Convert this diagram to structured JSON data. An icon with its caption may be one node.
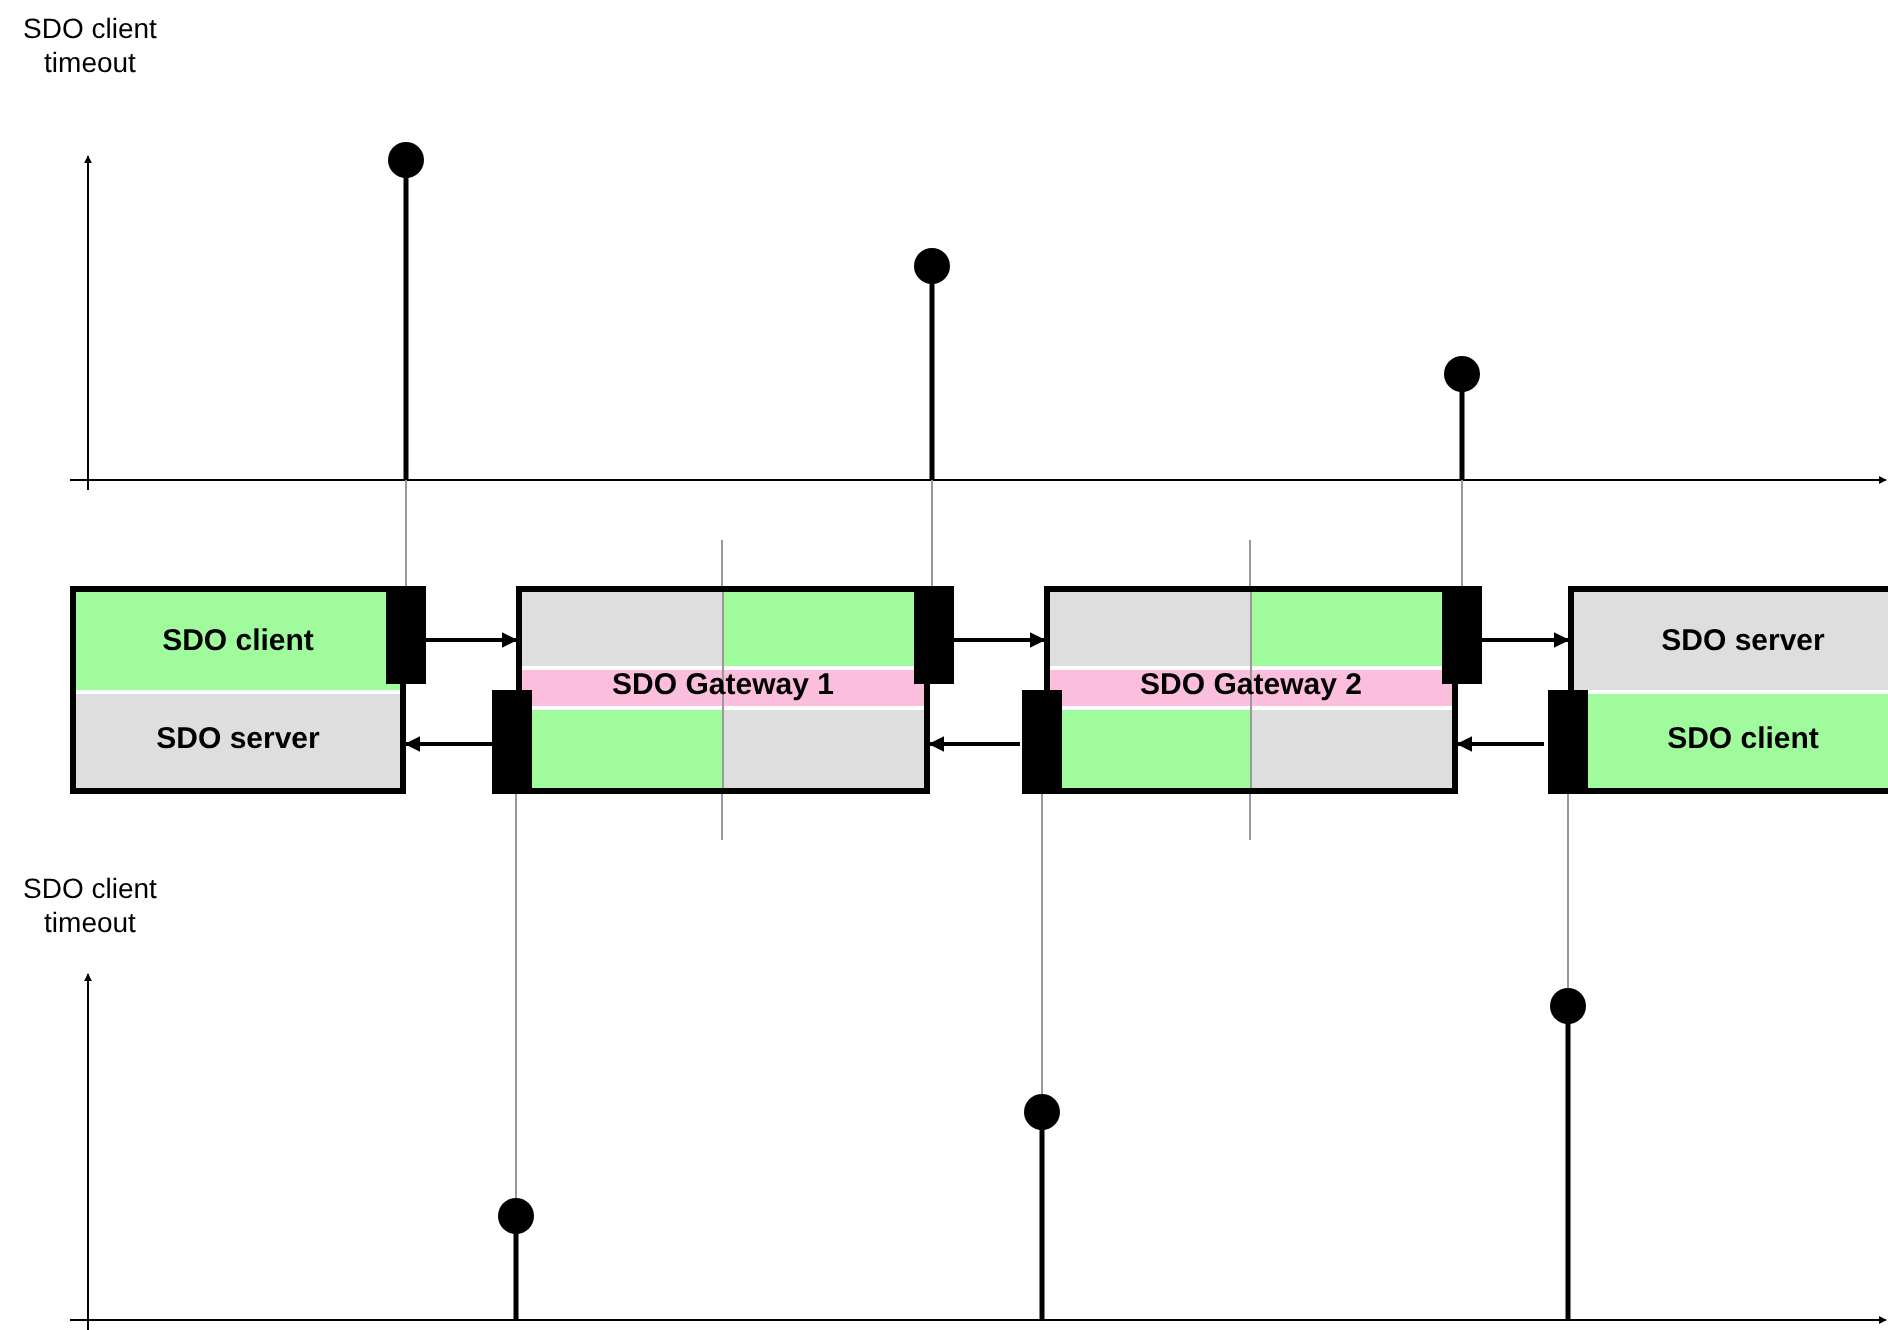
{
  "diagram": {
    "nodes": [
      {
        "text": [
          "SDO client",
          "SDO server"
        ]
      },
      {
        "text": [
          "SDO Gateway 1"
        ]
      },
      {
        "text": [
          "SDO Gateway 2"
        ]
      },
      {
        "text": [
          "SDO server",
          "SDO client"
        ]
      },
      {
        "text": [],
        "shape": "circle"
      },
      {
        "text": [],
        "shape": "circle"
      },
      {
        "text": [],
        "shape": "circle"
      },
      {
        "text": [],
        "shape": "circle"
      },
      {
        "text": [],
        "shape": "circle"
      },
      {
        "text": [],
        "shape": "circle"
      }
    ],
    "edges": [
      {
        "from": 0,
        "to": 1,
        "arrow": "to"
      },
      {
        "from": 1,
        "to": 0,
        "arrow": "to"
      },
      {
        "from": 1,
        "to": 2,
        "arrow": "to"
      },
      {
        "from": 2,
        "to": 1,
        "arrow": "to"
      },
      {
        "from": 2,
        "to": 3,
        "arrow": "to"
      },
      {
        "from": 3,
        "to": 2,
        "arrow": "to"
      },
      {
        "from": 0,
        "to": 4,
        "arrow": "none",
        "color": "#999999"
      },
      {
        "from": 1,
        "to": 5,
        "arrow": "none",
        "color": "#999999"
      },
      {
        "from": 2,
        "to": 6,
        "arrow": "none",
        "color": "#999999"
      },
      {
        "from": 1,
        "to": 7,
        "arrow": "none",
        "color": "#999999"
      },
      {
        "from": 2,
        "to": 8,
        "arrow": "none",
        "color": "#999999"
      },
      {
        "from": 3,
        "to": 9,
        "arrow": "none",
        "color": "#999999"
      }
    ],
    "labels": [
      "SDO client timeout",
      "SDO client timeout"
    ]
  }
}
